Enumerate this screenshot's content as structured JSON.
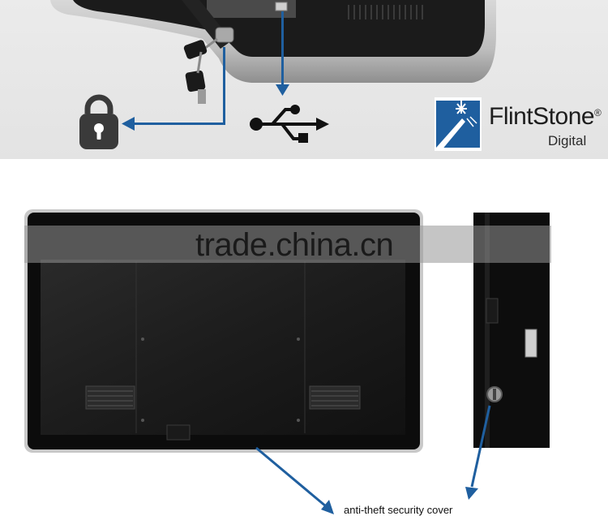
{
  "brand": {
    "name": "FlintStone",
    "registered": "®",
    "sub": "Digital",
    "accent": "#1f5f9f"
  },
  "watermark": "trade.china.cn",
  "caption": "anti-theft security cover",
  "icons": [
    "lock-icon",
    "usb-icon",
    "key-icon"
  ],
  "colors": {
    "arrow": "#1f5f9f",
    "panel": "#e8e8e8",
    "device": "#111111",
    "bezel": "#b9b9b9"
  }
}
